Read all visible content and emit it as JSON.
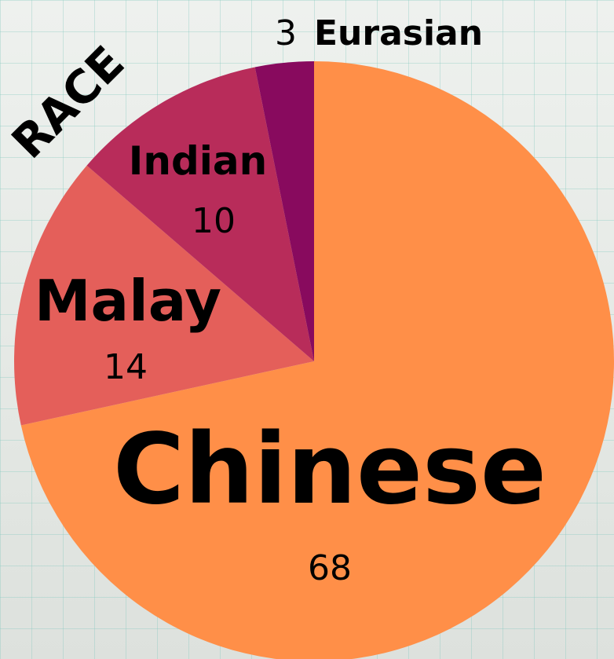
{
  "chart_data": {
    "type": "pie",
    "title": "RACE",
    "categories": [
      "Chinese",
      "Malay",
      "Indian",
      "Eurasian"
    ],
    "values": [
      68,
      14,
      10,
      3
    ],
    "colors": [
      "#FF8F48",
      "#E45F5A",
      "#B82C5A",
      "#880A5E"
    ],
    "start_angle_deg": 0,
    "direction": "clockwise"
  }
}
